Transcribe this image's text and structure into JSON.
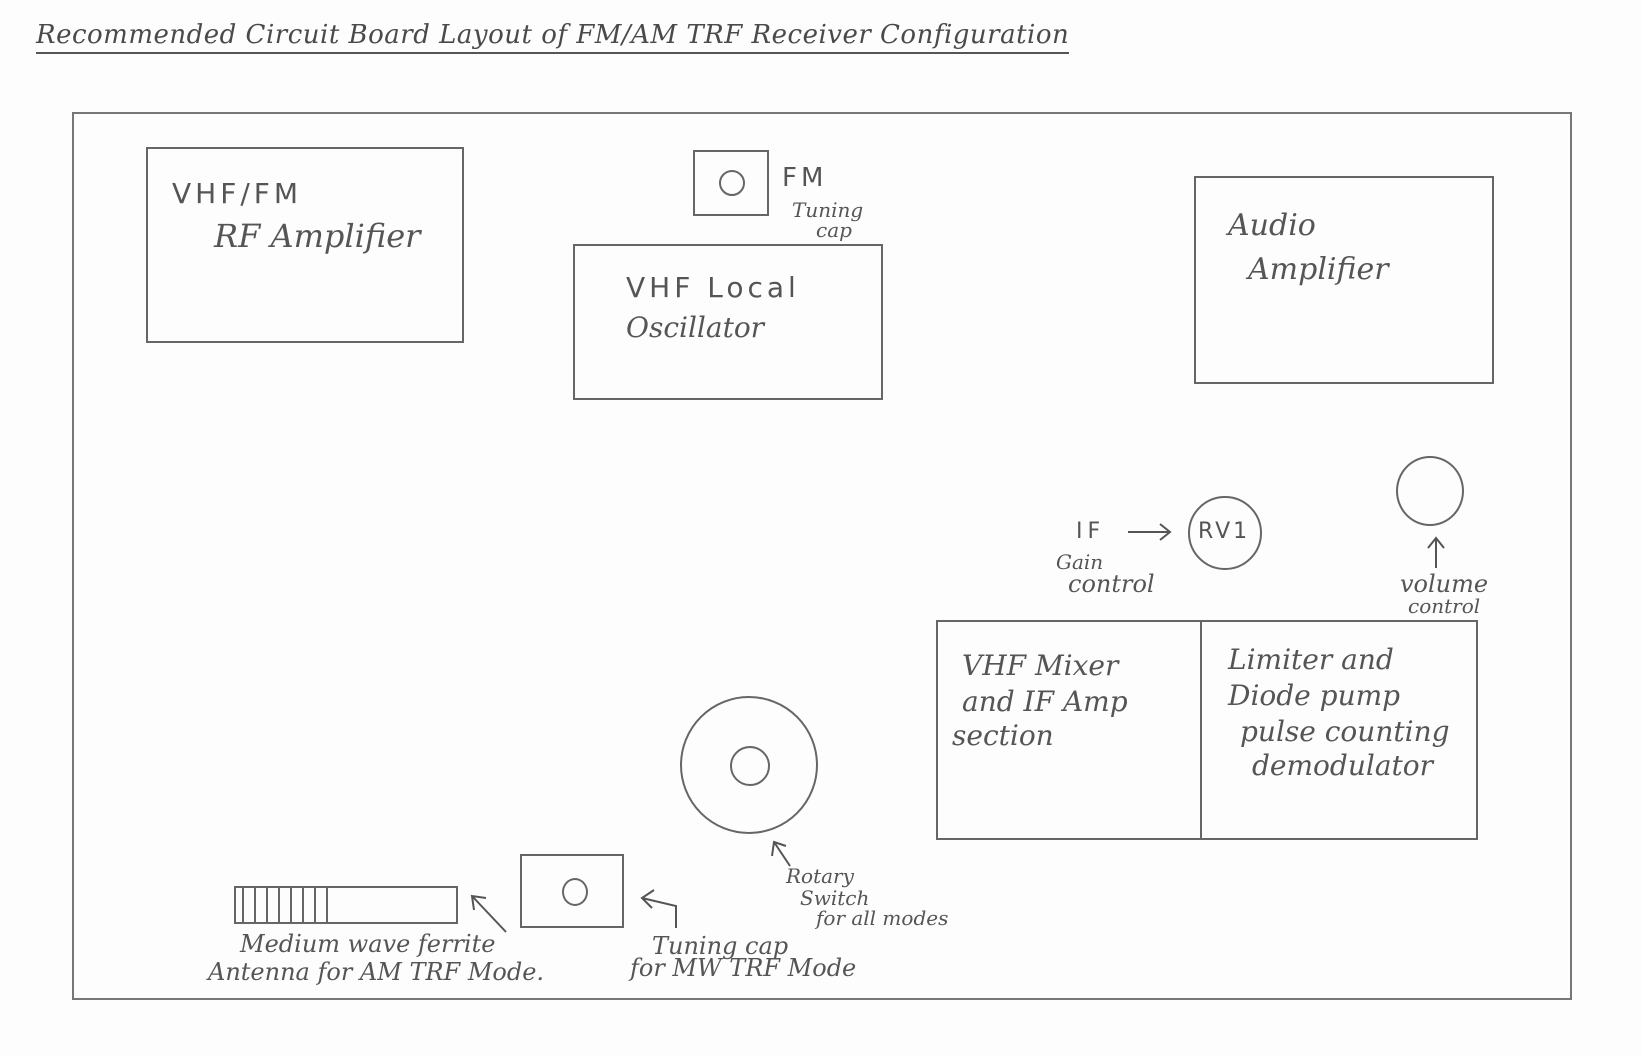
{
  "title": "Recommended Circuit Board Layout of FM/AM TRF Receiver Configuration",
  "blocks": {
    "vhf_rf_amp": {
      "line1": "VHF/FM",
      "line2": "RF Amplifier"
    },
    "vhf_osc": {
      "line1": "VHF Local",
      "line2": "Oscillator"
    },
    "audio_amp": {
      "line1": "Audio",
      "line2": "Amplifier"
    },
    "vhf_mixer": {
      "line1": "VHF Mixer",
      "line2": "and IF Amp",
      "line3": "section"
    },
    "limiter": {
      "line1": "Limiter and",
      "line2": "Diode pump",
      "line3": "pulse counting",
      "line4": "demodulator"
    }
  },
  "components": {
    "fm_cap": {
      "label": "FM",
      "sub1": "Tuning",
      "sub2": "cap"
    },
    "rv1": {
      "label": "RV1",
      "if_label": "IF",
      "ctrl1": "Gain",
      "ctrl2": "control"
    },
    "volume": {
      "line1": "volume",
      "line2": "control"
    },
    "rotary": {
      "line1": "Rotary",
      "line2": "Switch",
      "line3": "for all modes"
    },
    "mw_cap": {
      "line1": "Tuning cap",
      "line2": "for MW TRF Mode"
    },
    "ferrite": {
      "line1": "Medium wave ferrite",
      "line2": "Antenna for AM TRF Mode."
    }
  }
}
